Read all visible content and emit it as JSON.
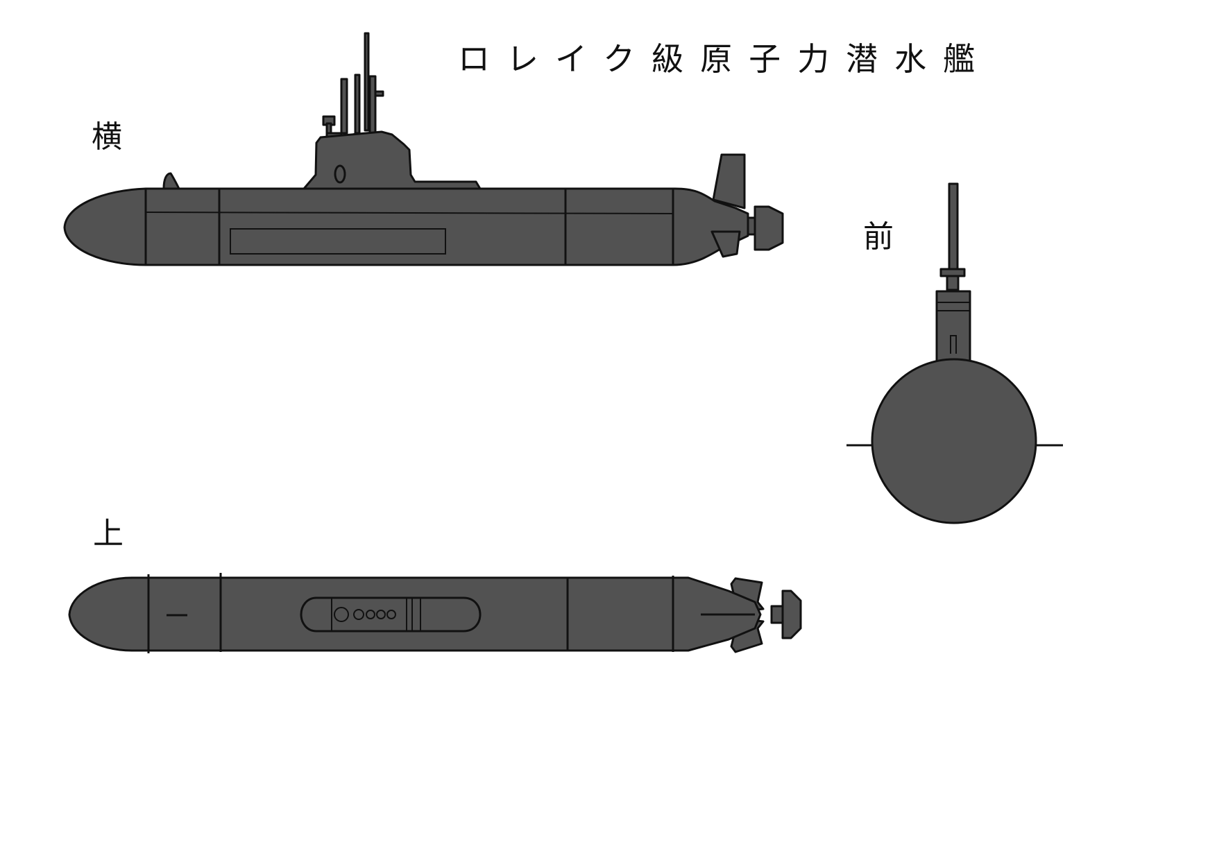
{
  "title": "ロレイク級原子力潜水艦",
  "labels": {
    "side": "横",
    "front": "前",
    "top": "上"
  },
  "colors": {
    "hull": "#525252",
    "outline": "#111111",
    "background": "#ffffff"
  }
}
